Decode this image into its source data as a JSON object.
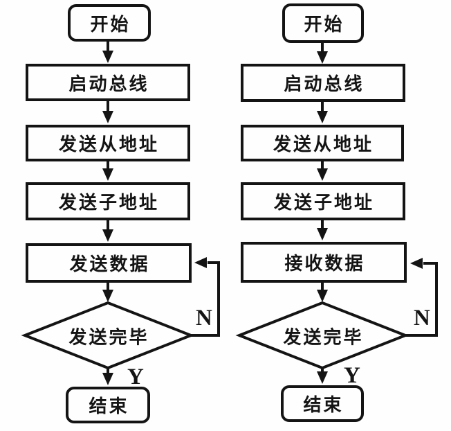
{
  "page": {
    "background": "#fefefe",
    "ink": "#141414",
    "description": "Two flowcharts: bus data send routine (left) and bus data receive routine (right)"
  },
  "charts": [
    {
      "id": "send-routine",
      "nodes": {
        "start": "开始",
        "step1": "启动总线",
        "step2": "发送从地址",
        "step3": "发送子地址",
        "step4": "发送数据",
        "decision": "发送完毕",
        "end": "结束"
      },
      "labels": {
        "no": "N",
        "yes": "Y"
      }
    },
    {
      "id": "receive-routine",
      "nodes": {
        "start": "开始",
        "step1": "启动总线",
        "step2": "发送从地址",
        "step3": "发送子地址",
        "step4": "接收数据",
        "decision": "发送完毕",
        "end": "结束"
      },
      "labels": {
        "no": "N",
        "yes": "Y"
      }
    }
  ]
}
